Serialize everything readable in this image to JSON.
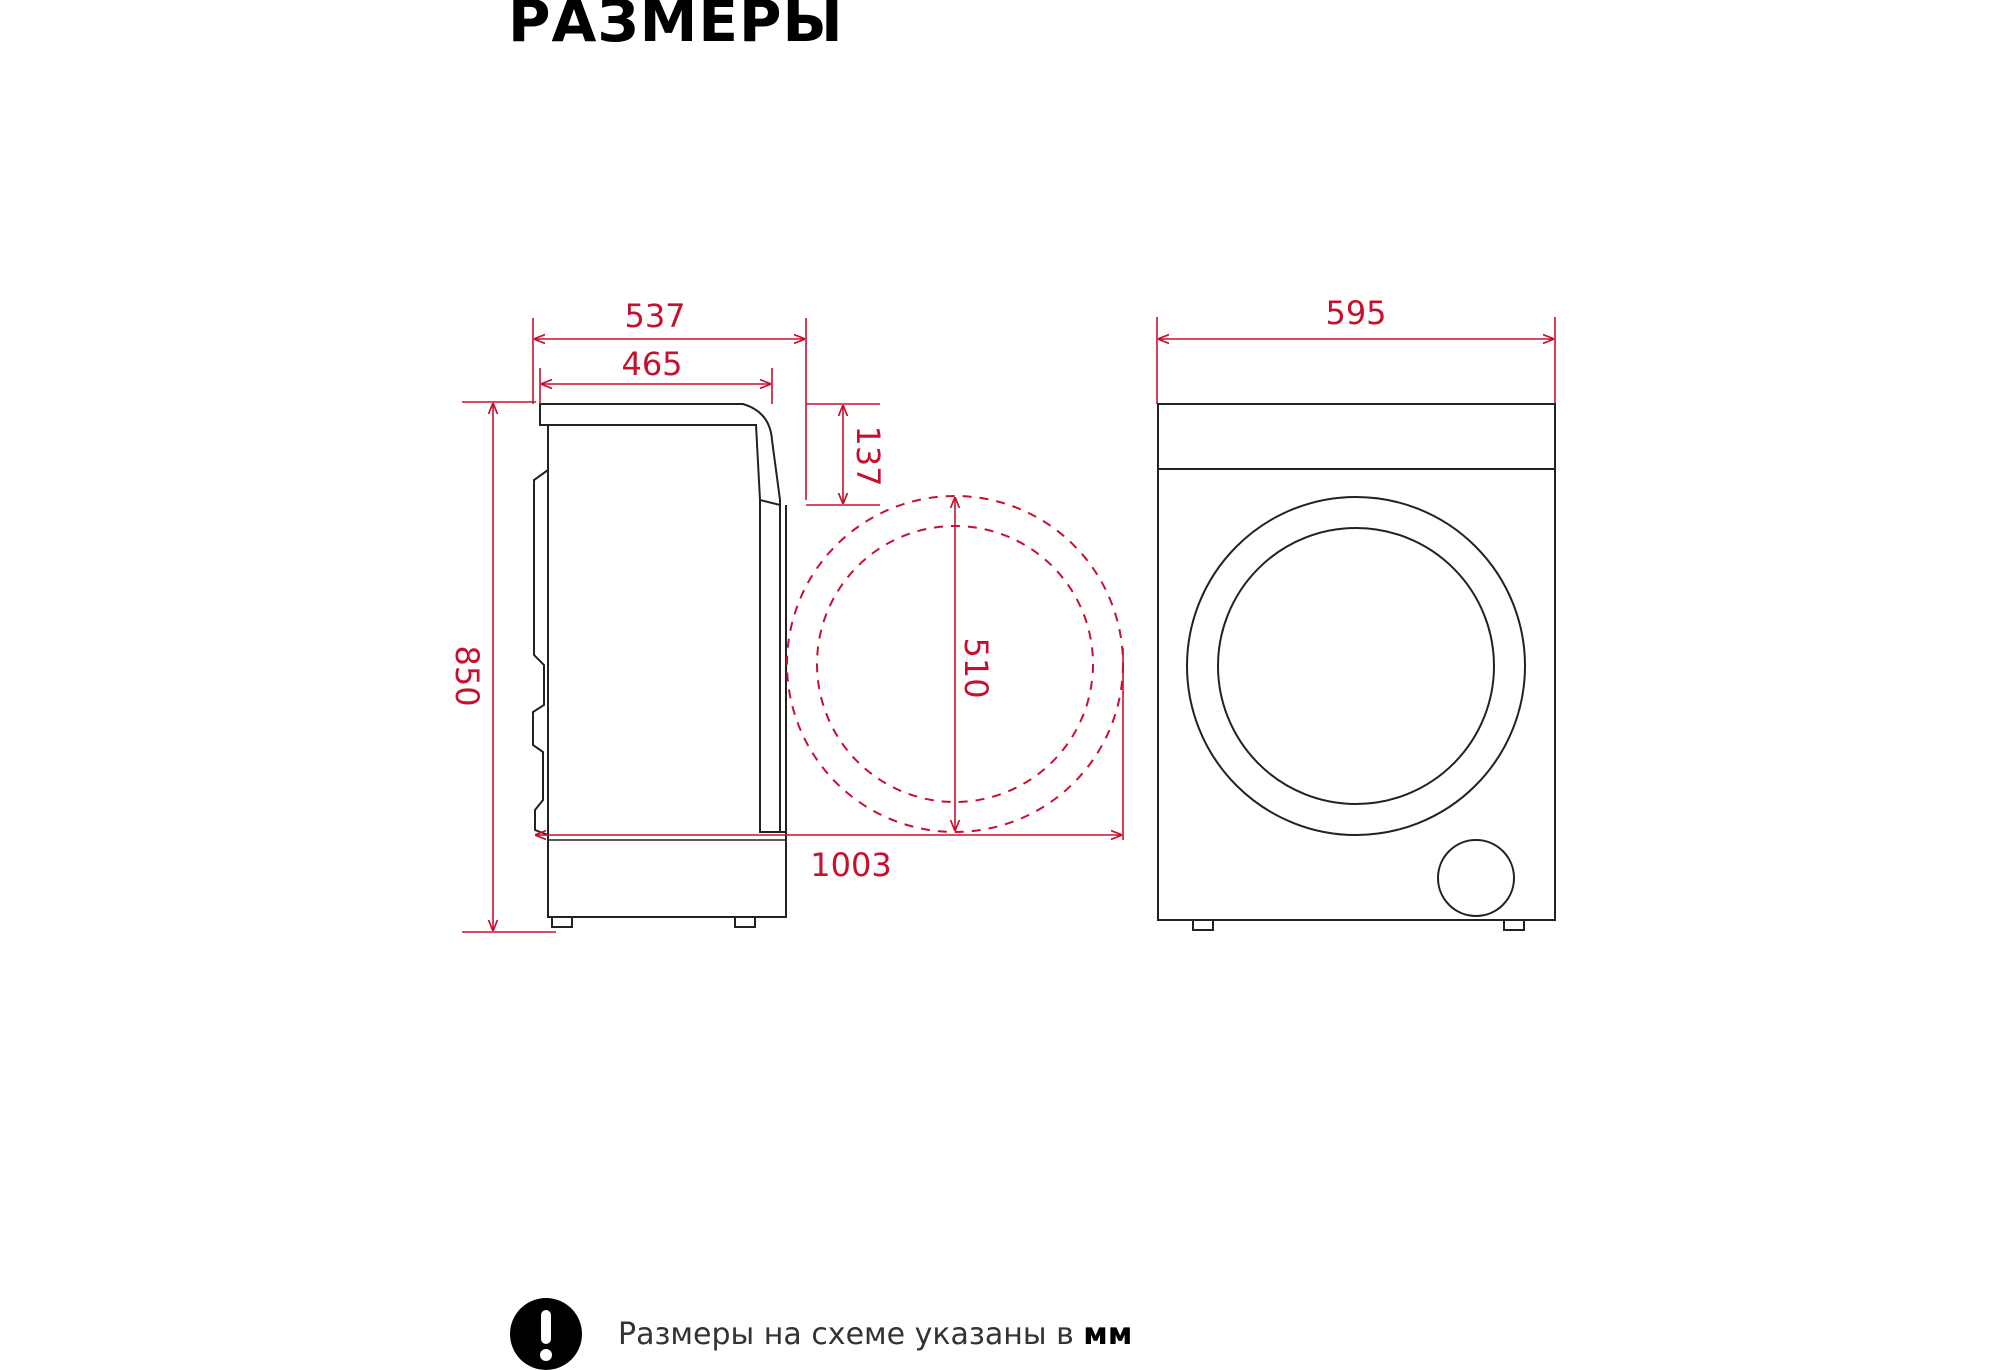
{
  "title": "РАЗМЕРЫ",
  "dimensions": {
    "side_depth_total": "537",
    "side_depth_body": "465",
    "side_top_offset": "137",
    "height": "850",
    "door_diameter": "510",
    "depth_with_open_door": "1003",
    "front_width": "595"
  },
  "note": {
    "text": "Размеры на схеме указаны в ",
    "unit": "мм"
  },
  "colors": {
    "dimension": "#c8102e",
    "outline": "#222222",
    "text": "#000000"
  },
  "icons": {
    "warning": "exclamation-circle-icon"
  }
}
